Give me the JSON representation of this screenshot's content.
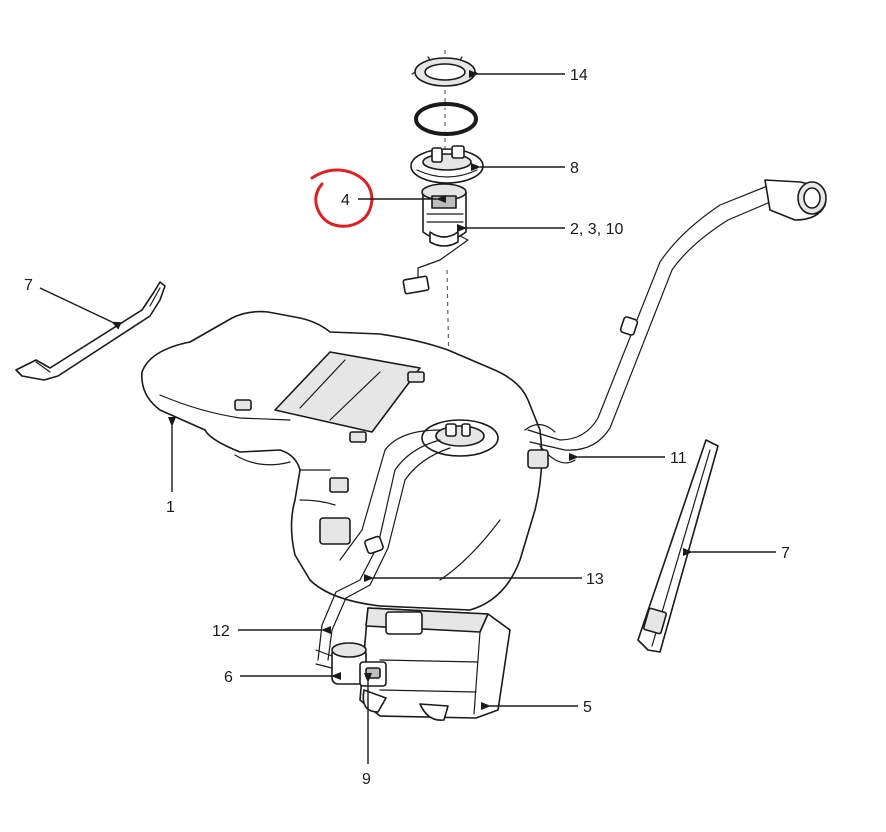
{
  "callouts": {
    "c14": "14",
    "c8": "8",
    "c4": "4",
    "c2_3_10": "2, 3, 10",
    "c7_left": "7",
    "c1": "1",
    "c11": "11",
    "c7_right": "7",
    "c13": "13",
    "c12": "12",
    "c6": "6",
    "c5": "5",
    "c9": "9"
  },
  "colors": {
    "linework": "#1a1a1a",
    "annotation": "#e02020",
    "background": "#ffffff"
  }
}
